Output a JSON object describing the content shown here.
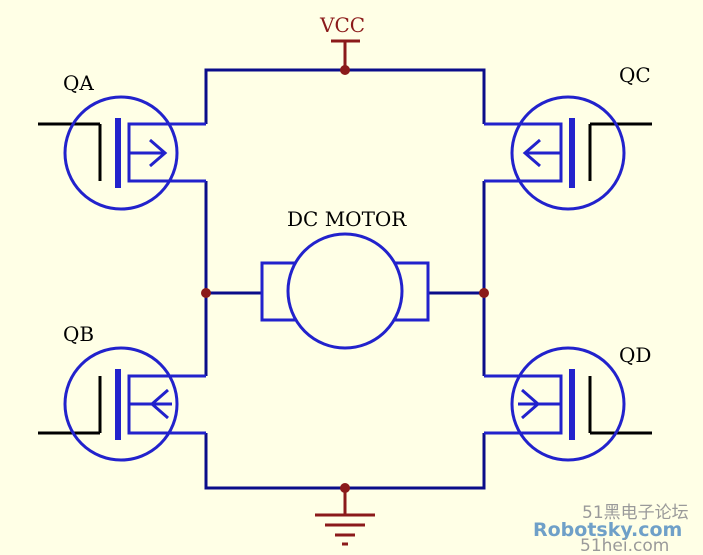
{
  "labels": {
    "vcc": "VCC",
    "motor": "DC MOTOR",
    "qa": "QA",
    "qb": "QB",
    "qc": "QC",
    "qd": "QD"
  },
  "watermark": {
    "line1": "51黑电子论坛",
    "line2": "Robotsky.com",
    "line3": "51hei.com"
  },
  "colors": {
    "background": "#ffffe6",
    "wire": "#0b0d8a",
    "component": "#2222cc",
    "power": "#8b1a1a"
  }
}
